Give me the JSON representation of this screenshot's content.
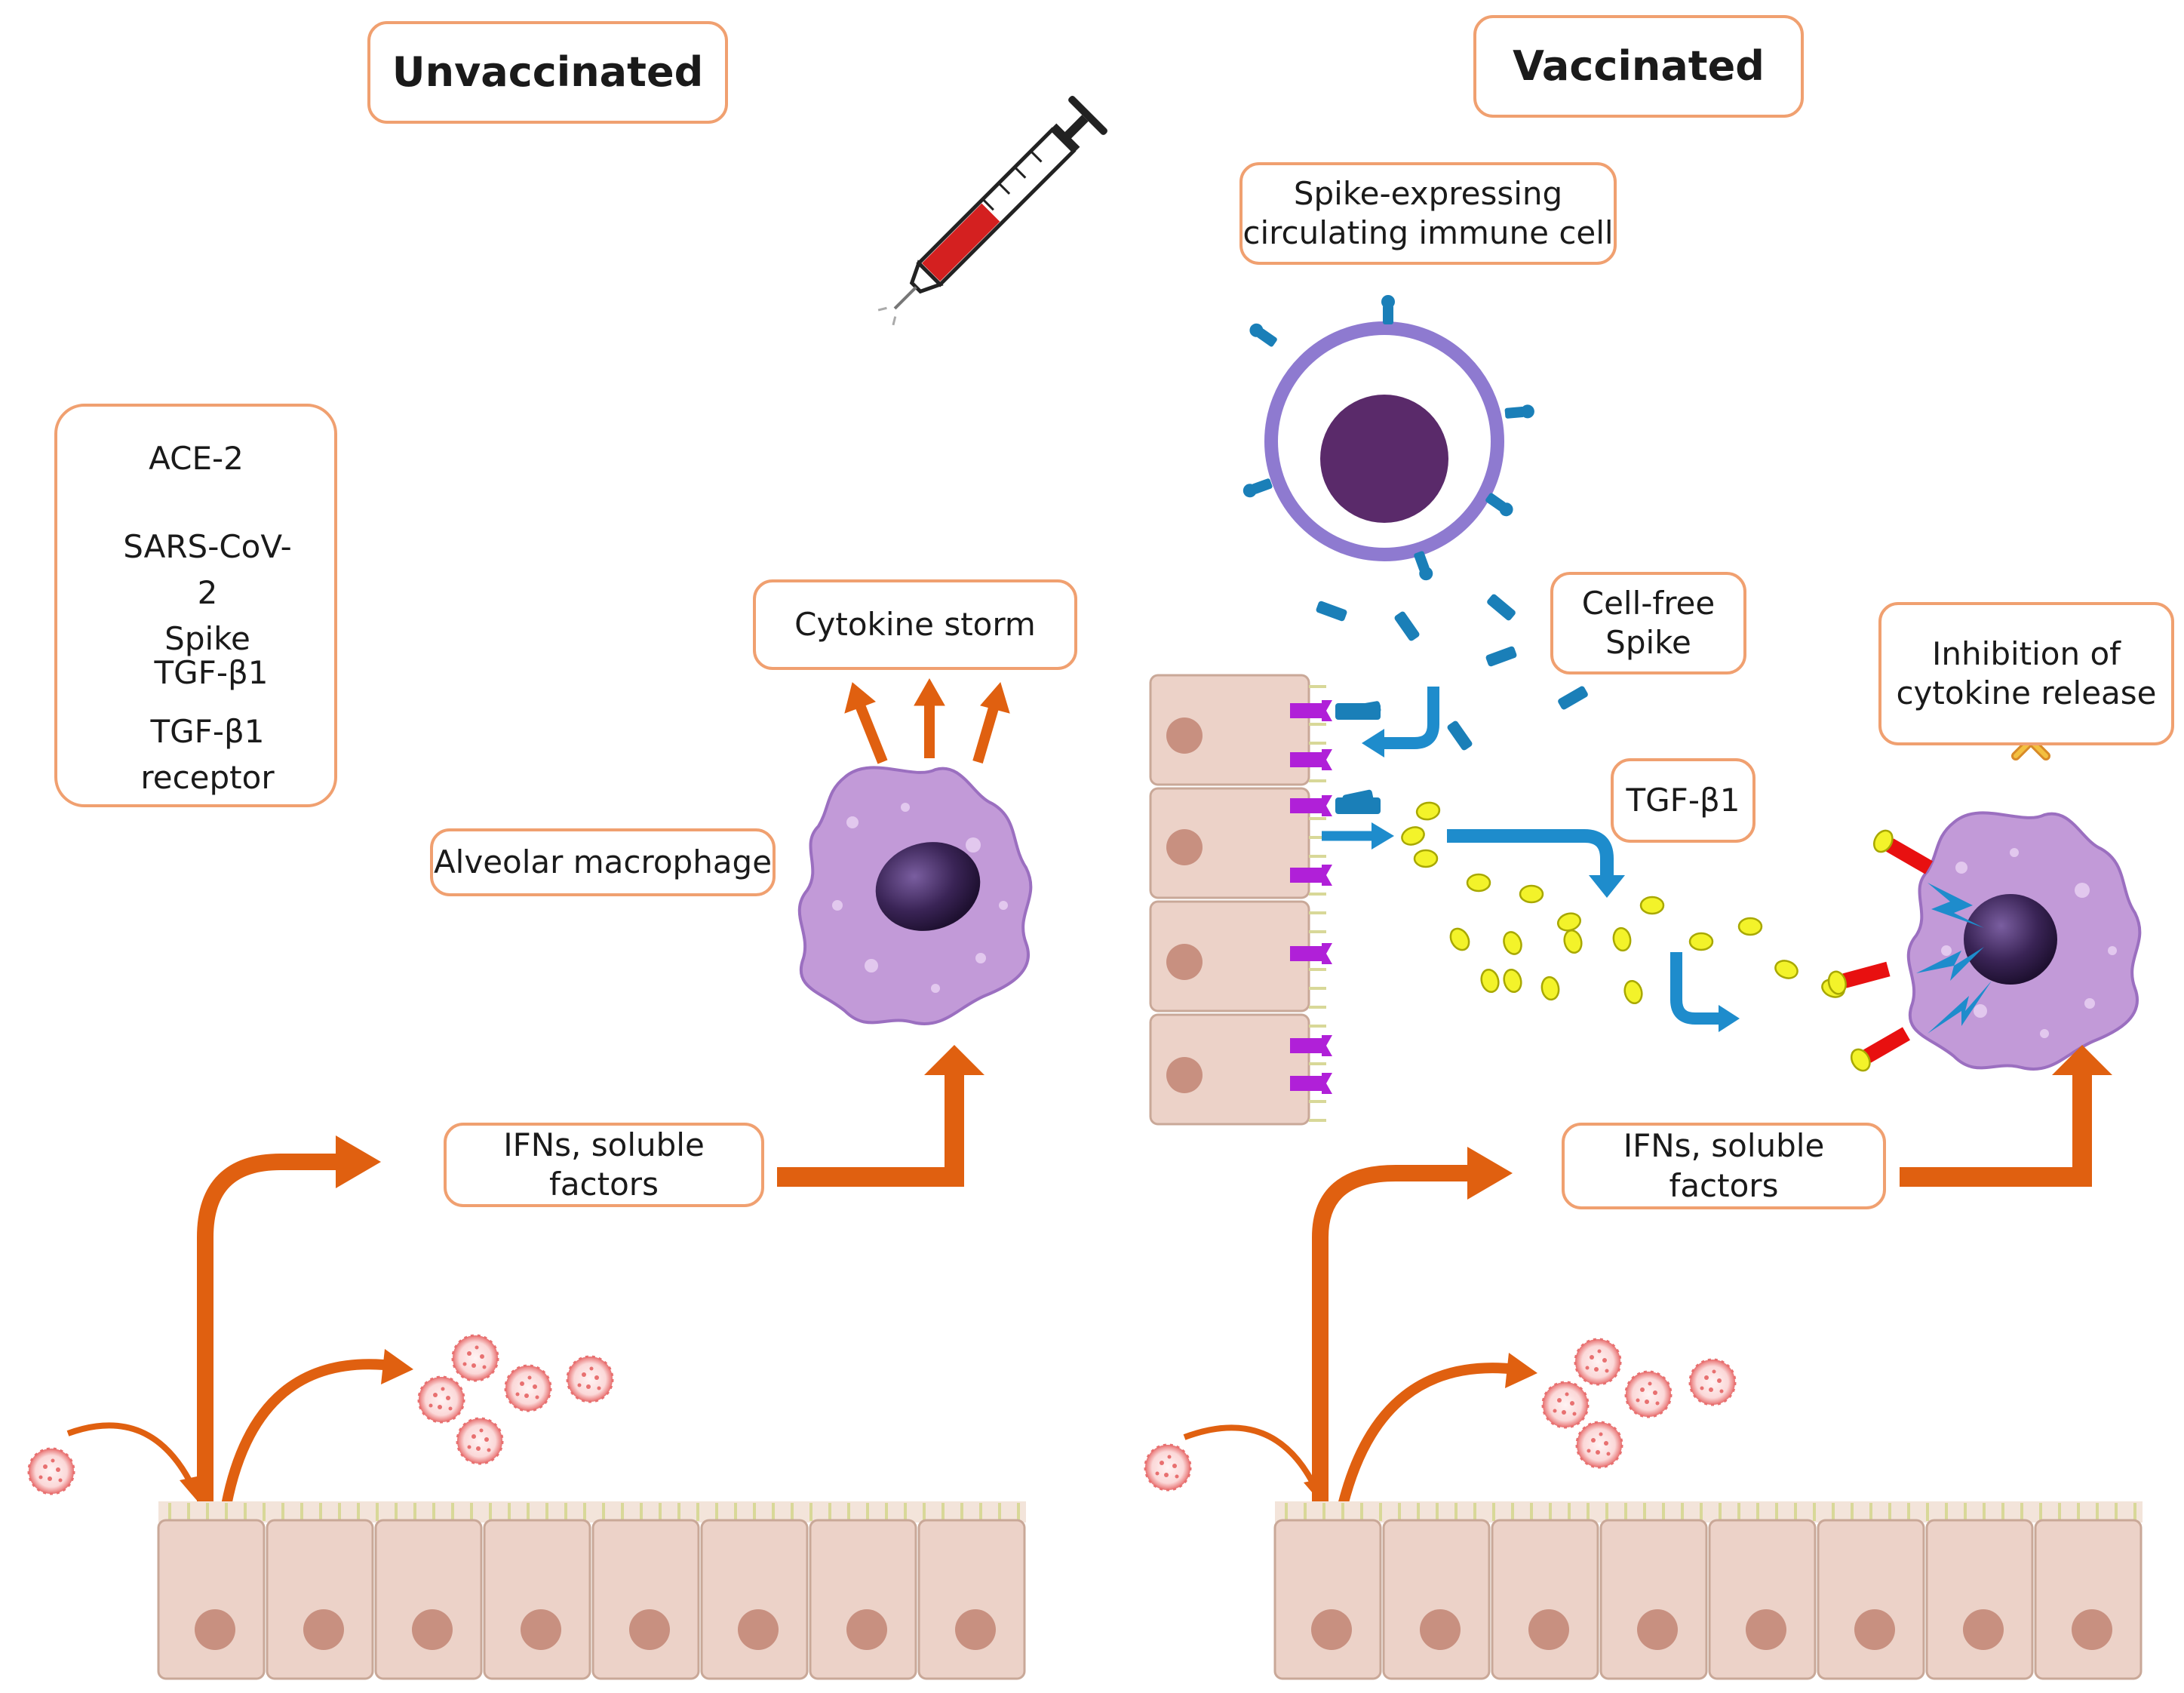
{
  "headers": {
    "unvaccinated": "Unvaccinated",
    "vaccinated": "Vaccinated"
  },
  "labels": {
    "spike_cell_line1": "Spike-expressing",
    "spike_cell_line2": "circulating immune cell",
    "cytokine_storm": "Cytokine storm",
    "cell_free_line1": "Cell-free",
    "cell_free_line2": "Spike",
    "inhibition_line1": "Inhibition of",
    "inhibition_line2": "cytokine release",
    "alveolar_macrophage": "Alveolar macrophage",
    "tgf": "TGF-β1",
    "ifns_left": "IFNs, soluble factors",
    "ifns_right": "IFNs, soluble factors"
  },
  "legend": {
    "ace2": "ACE-2",
    "spike_line1": "SARS-CoV-2",
    "spike_line2": "Spike",
    "tgf": "TGF-β1",
    "receptor_line1": "TGF-β1",
    "receptor_line2": "receptor"
  },
  "colors": {
    "box_border": "#f0a070",
    "arrow_orange": "#e06010",
    "arrow_blue": "#1e8ccc",
    "spike_blue": "#1a7fb8",
    "ace2_purple": "#b020d8",
    "tgf_yellow": "#f0f020",
    "receptor_red": "#e81010",
    "cell_fill": "#ecd2c8",
    "nucleus": "#c89080",
    "macrophage": "#c29ad8",
    "macrophage_nucleus": "#3a2456",
    "immune_cell_ring": "#8e7ad0",
    "immune_cell_nucleus": "#5a2a6a",
    "virus_pink": "#e87070"
  },
  "icons": [
    "syringe-icon",
    "immune-cell-icon",
    "macrophage-icon",
    "virus-particle-icon",
    "epithelium-icon",
    "cross-icon"
  ]
}
